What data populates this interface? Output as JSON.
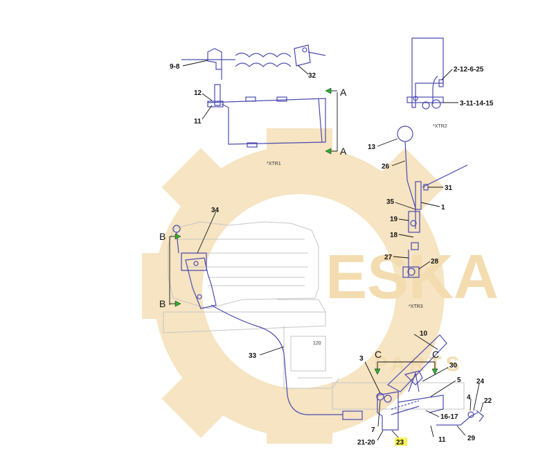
{
  "watermark": {
    "brand": "ESKA",
    "sub": "PARTS",
    "color": "#f3dcb0"
  },
  "callouts": {
    "c9_8": "9-8",
    "c32": "32",
    "c12_top": "12",
    "c11_top": "11",
    "c2_12_6_25": "2-12-6-25",
    "c3_11_14_15": "3-11-14-15",
    "c13": "13",
    "c26": "26",
    "c31": "31",
    "c35": "35",
    "c1": "1",
    "c19": "19",
    "c18": "18",
    "c27": "27",
    "c28": "28",
    "c34": "34",
    "c33": "33",
    "c10": "10",
    "c3": "3",
    "c30": "30",
    "c5": "5",
    "c7": "7",
    "c16_17": "16-17",
    "c24": "24",
    "c4": "4",
    "c22": "22",
    "c21_20": "21-20",
    "c23": "23",
    "c11_bottom": "11",
    "c29": "29"
  },
  "section_marks": {
    "a_top": "A",
    "a_bottom": "A",
    "b_top": "B",
    "b_bottom": "B",
    "c_left": "C",
    "c_right": "C"
  },
  "notes": {
    "xtr1": "*XTR1",
    "xtr2": "*XTR2",
    "xtr3": "*XTR3",
    "seat_mark": "120"
  },
  "highlight_color": "#f7f25a",
  "arrow_color": "#2db32d",
  "part_color": "#4a4ab0"
}
